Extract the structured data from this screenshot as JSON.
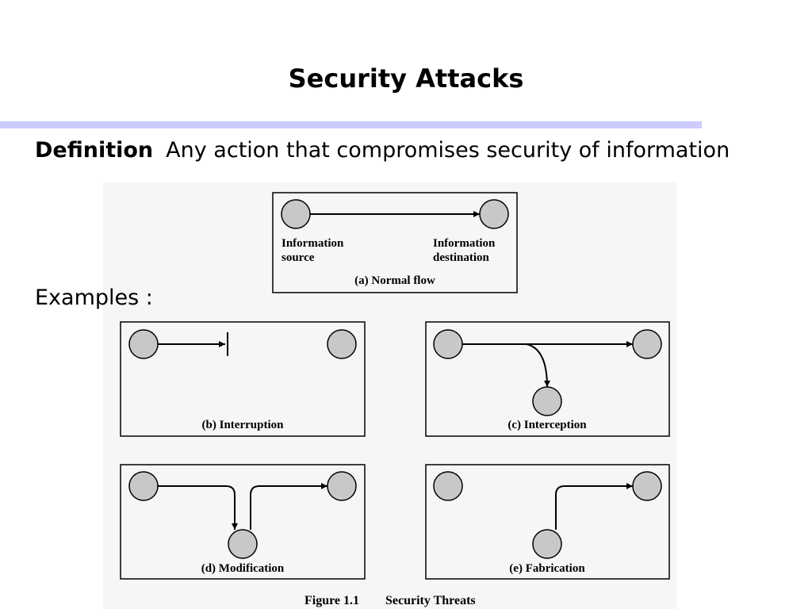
{
  "slide": {
    "title": "Security Attacks",
    "definition_term": "Definition",
    "definition_text": "Any action that compromises security of information",
    "examples_label": "Examples :"
  },
  "figure": {
    "panels": {
      "normal_flow": {
        "source_label_line1": "Information",
        "source_label_line2": "source",
        "destination_label_line1": "Information",
        "destination_label_line2": "destination",
        "caption": "(a) Normal flow"
      },
      "interruption": {
        "caption": "(b) Interruption"
      },
      "interception": {
        "caption": "(c) Interception"
      },
      "modification": {
        "caption": "(d) Modification"
      },
      "fabrication": {
        "caption": "(e) Fabrication"
      }
    },
    "figure_number": "Figure 1.1",
    "figure_title": "Security Threats"
  },
  "colors": {
    "title_rule": "#ccccff",
    "node_fill": "#c8c8c8",
    "figure_background": "#f6f6f6"
  }
}
